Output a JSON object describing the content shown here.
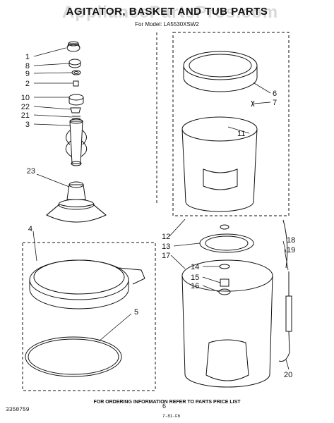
{
  "header": {
    "watermark": "AppliancePartsPros.com",
    "title": "AGITATOR, BASKET AND TUB PARTS",
    "subtitle": "For Model: LA5530XSW2"
  },
  "callouts": [
    "1",
    "8",
    "9",
    "2",
    "10",
    "22",
    "21",
    "3",
    "23",
    "4",
    "5",
    "6",
    "7",
    "11",
    "12",
    "13",
    "17",
    "14",
    "15",
    "16",
    "18",
    "19",
    "20"
  ],
  "footer": {
    "note": "FOR ORDERING INFORMATION REFER TO PARTS PRICE LIST",
    "page": "6",
    "doc_number": "3350759",
    "date": "7-81-F6"
  }
}
